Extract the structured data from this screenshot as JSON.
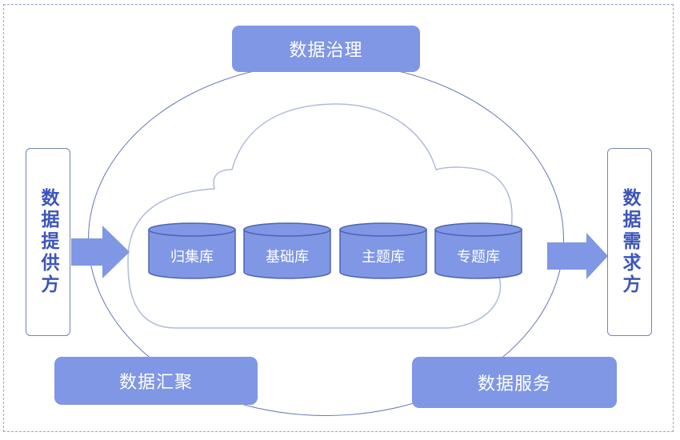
{
  "stages": {
    "governance": "数据治理",
    "aggregation": "数据汇聚",
    "service": "数据服务"
  },
  "provider": "数据提供方",
  "consumer": "数据需求方",
  "databases": [
    "归集库",
    "基础库",
    "主题库",
    "专题库"
  ],
  "colors": {
    "pill_fill": "#7f97e4",
    "cylinder_fill": "#7f97e4",
    "cylinder_stroke": "#5063ad",
    "arrow_fill": "#7f97e4",
    "side_text": "#3c55b9",
    "line": "#6474b4"
  }
}
